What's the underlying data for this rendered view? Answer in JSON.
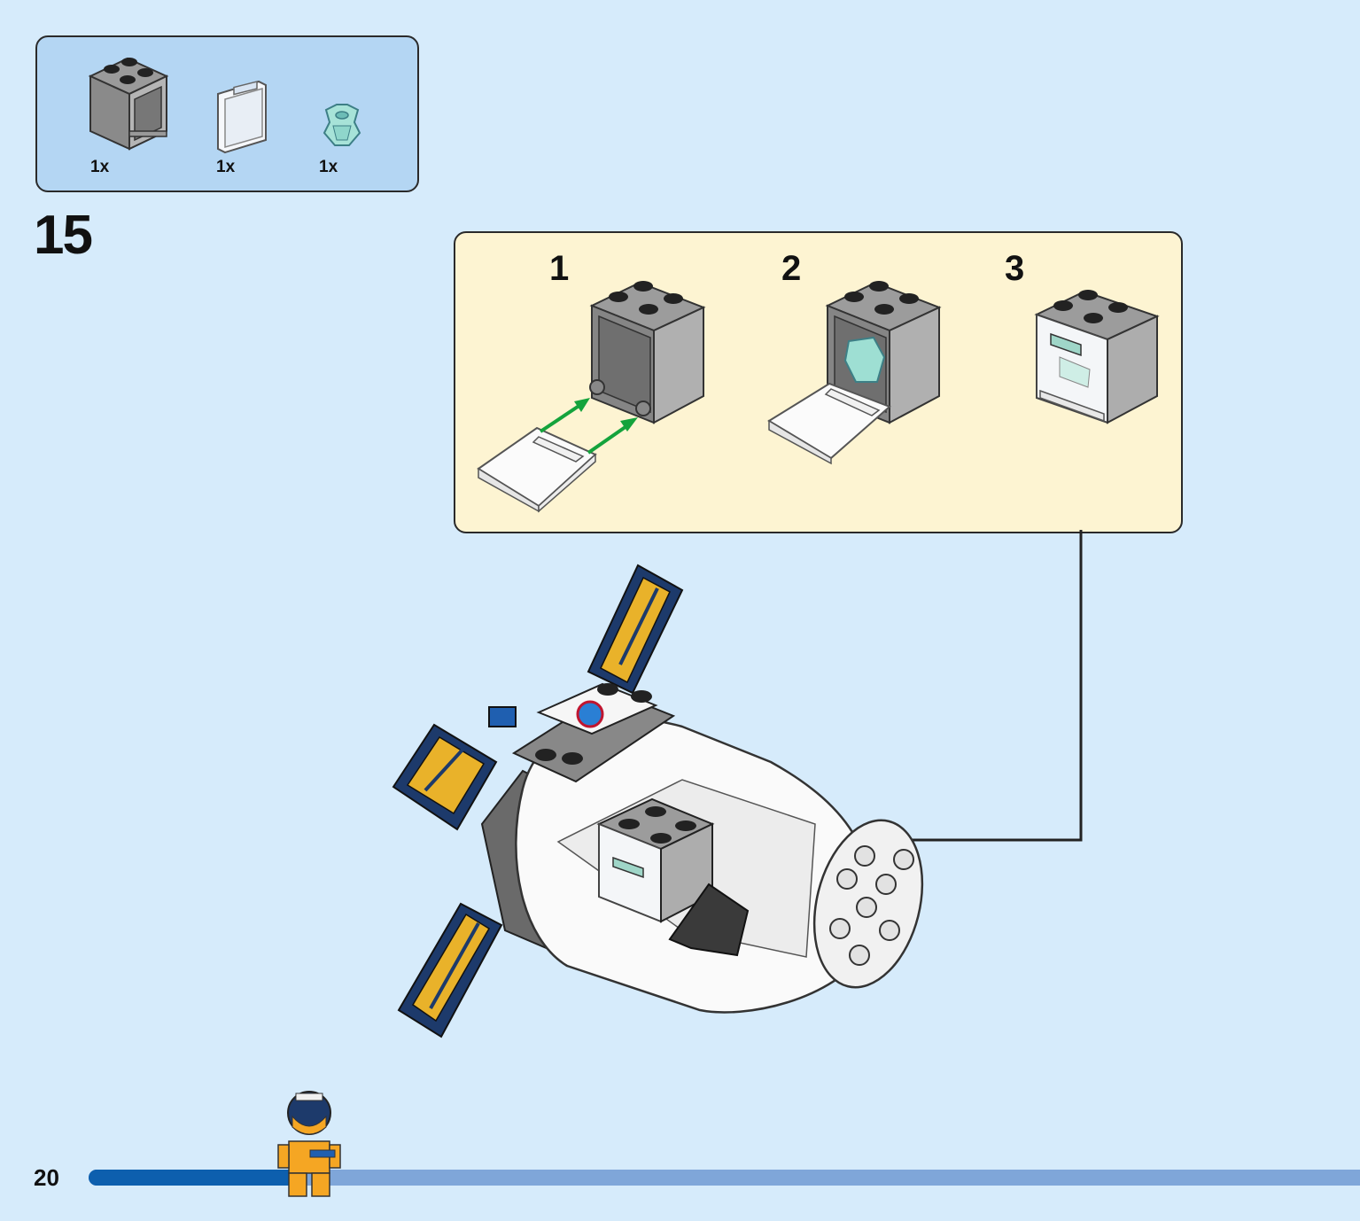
{
  "parts_list": {
    "items": [
      {
        "name": "gray-2x2-container-icon",
        "quantity": "1x"
      },
      {
        "name": "transparent-container-door-icon",
        "quantity": "1x"
      },
      {
        "name": "transparent-crystal-gem-icon",
        "quantity": "1x"
      }
    ]
  },
  "step": {
    "number": "15"
  },
  "sub_steps": [
    {
      "number": "1"
    },
    {
      "number": "2"
    },
    {
      "number": "3"
    }
  ],
  "footer": {
    "page_number": "20",
    "progress_fraction": 0.16,
    "progress_colors": {
      "fill": "#0d5fae",
      "track": "#7fa6d9"
    }
  },
  "colors": {
    "background": "#d6ebfb",
    "parts_box": "#b4d6f3",
    "sub_step_box": "#fdf4d2",
    "arrow_green": "#14a33c"
  }
}
